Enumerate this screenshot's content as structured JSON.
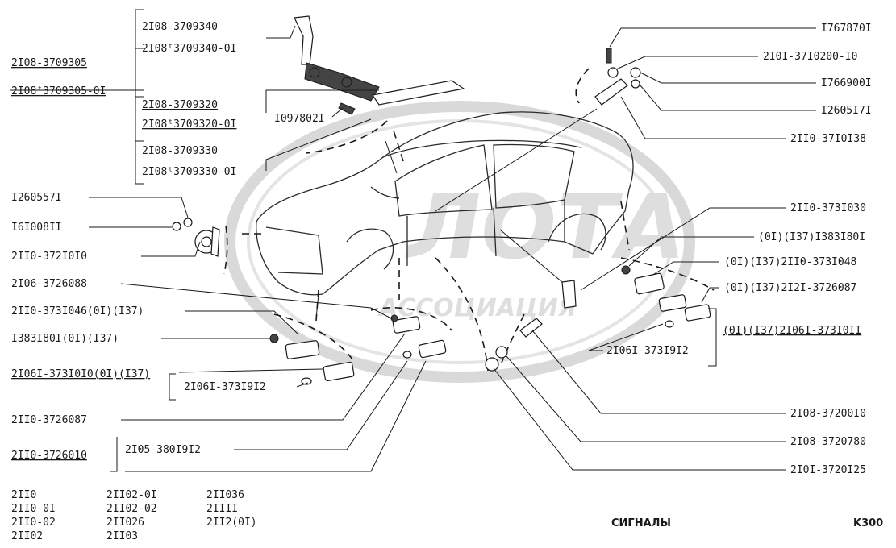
{
  "watermark": {
    "logo_text": "ЛОТА",
    "subtitle": "АССОЦИАЦИЯ"
  },
  "title": "СИГНАЛЫ",
  "page_code": "K300",
  "models": {
    "col1": [
      "2II0",
      "2II0-0I",
      "2II0-02",
      "2II02"
    ],
    "col2": [
      "2II02-0I",
      "2II02-02",
      "2II026",
      "2II03"
    ],
    "col3": [
      "2II036",
      "2IIII",
      "2II2(0I)"
    ]
  },
  "left_labels": {
    "assy": [
      "2I08-3709305",
      "2I08ᵗ3709305-0I"
    ],
    "lever_a": [
      "2I08-3709340",
      "2I08ᵗ3709340-0I"
    ],
    "lever_b": [
      "2I08-3709320",
      "2I08ᵗ3709320-0I"
    ],
    "lever_c": [
      "2I08-3709330",
      "2I08ᵗ3709330-0I"
    ],
    "screw": "I097802I",
    "nut": "I260557I",
    "washer": "I6I008II",
    "horn": "2II0-372I0I0",
    "lamp_socket": "2I06-3726088",
    "repeater_body": "2II0-373I046(0I)(I37)",
    "grommet": "I383I80I(0I)(I37)",
    "repeater_assy": "2I06I-373I0I0(0I)(I37)",
    "bulb_small": "2I06I-373I9I2",
    "side_lamp": "2II0-3726087",
    "side_lamp_assy": "2II0-3726010",
    "side_bulb": "2I05-380I9I2"
  },
  "right_labels": {
    "bolt": "I767870I",
    "nut_clip": "2I0I-37I0200-I0",
    "washer_a": "I766900I",
    "washer_b": "I2605I7I",
    "bracket": "2II0-37I0I38",
    "sensor": "2II0-373I030",
    "grommet": "(0I)(I37)I383I80I",
    "body": "(0I)(I37)2II0-373I048",
    "lamp": "(0I)(I37)2I2I-3726087",
    "assy": "(0I)(I37)2I06I-373I0II",
    "bulb": "2I06I-373I9I2",
    "switch": "2I08-37200I0",
    "cap": "2I08-3720780",
    "boot": "2I0I-3720I25"
  }
}
